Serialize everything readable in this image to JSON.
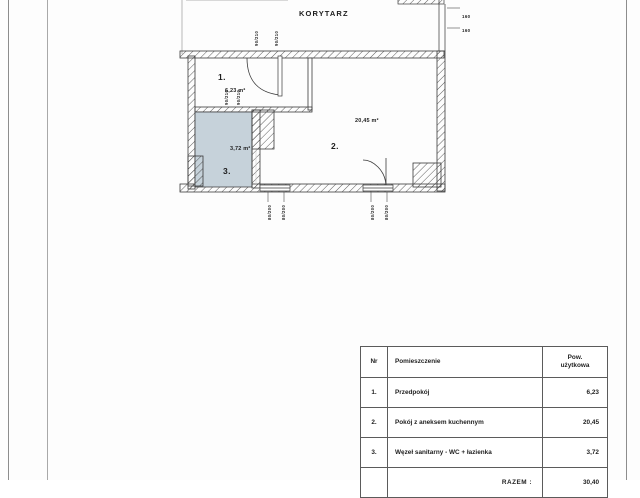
{
  "document": {
    "type": "architectural-floor-plan",
    "language": "pl"
  },
  "plan": {
    "corridor_label": "KORYTARZ",
    "rooms": [
      {
        "number": "1.",
        "area_label": "6,23 m²"
      },
      {
        "number": "2.",
        "area_label": "20,45 m²"
      },
      {
        "number": "3.",
        "area_label": "3,72 m²"
      }
    ],
    "dimensions": {
      "door_corridor_to_hall": "90/210",
      "door_hall_inner": "90/210",
      "window_left": "80/200",
      "window_right": "80/200",
      "right_edge_top": "160",
      "right_edge_bottom": "160"
    }
  },
  "schedule": {
    "headers": {
      "nr": "Nr",
      "name": "Pomieszczenie",
      "area_line1": "Pow.",
      "area_line2": "użytkowa"
    },
    "rows": [
      {
        "nr": "1.",
        "name": "Przedpokój",
        "area": "6,23"
      },
      {
        "nr": "2.",
        "name": "Pokój z aneksem kuchennym",
        "area": "20,45"
      },
      {
        "nr": "3.",
        "name": "Węzeł sanitarny - WC + łazienka",
        "area": "3,72"
      }
    ],
    "total": {
      "label": "RAZEM :",
      "area": "30,40"
    }
  },
  "colors": {
    "wall_line": "#3a3a3a",
    "room3_fill": "#c6d2da",
    "page_background": "#fdfdfd",
    "text": "#1f1f1f"
  }
}
